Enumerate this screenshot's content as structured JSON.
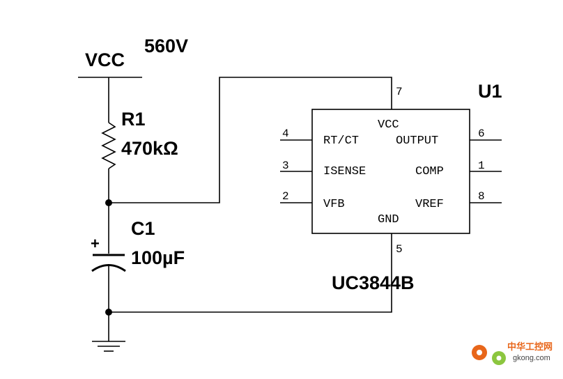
{
  "supply": {
    "label": "VCC",
    "voltage": "560V"
  },
  "resistor": {
    "ref": "R1",
    "value": "470kΩ"
  },
  "capacitor": {
    "ref": "C1",
    "value": "100µF",
    "polarity": "+"
  },
  "ic": {
    "ref": "U1",
    "part": "UC3844B",
    "pins": {
      "vcc": {
        "name": "VCC",
        "num": "7"
      },
      "rtct": {
        "name": "RT/CT",
        "num": "4"
      },
      "isense": {
        "name": "ISENSE",
        "num": "3"
      },
      "vfb": {
        "name": "VFB",
        "num": "2"
      },
      "output": {
        "name": "OUTPUT",
        "num": "6"
      },
      "comp": {
        "name": "COMP",
        "num": "1"
      },
      "vref": {
        "name": "VREF",
        "num": "8"
      },
      "gnd": {
        "name": "GND",
        "num": "5"
      }
    }
  },
  "watermark": {
    "text_cn": "中华工控网",
    "text_en": "gkong.com",
    "color": "#e8661a"
  }
}
